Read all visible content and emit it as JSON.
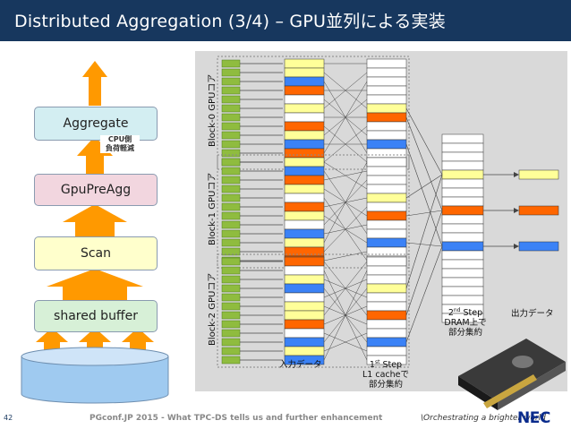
{
  "slide": {
    "title": "Distributed Aggregation (3/4) – GPU並列による実装",
    "page_number": "42",
    "footer_text": "PGconf.JP 2015 - What TPC-DS tells us and further enhancement",
    "tagline": "\\Orchestrating a brighter world",
    "logo_text": "NEC"
  },
  "stack": {
    "aggregate": "Aggregate",
    "note_line1": "CPU側",
    "note_line2": "負荷軽減",
    "gpupreagg": "GpuPreAgg",
    "scan": "Scan",
    "shared_buffer": "shared buffer"
  },
  "blocks": [
    {
      "label": "Block-0 GPUコア"
    },
    {
      "label": "Block-1 GPUコア"
    },
    {
      "label": "Block-2 GPUコア"
    }
  ],
  "labels": {
    "input_data": "入力データ",
    "step1_line1": "1",
    "step1_sup": "st",
    "step1_line1b": " Step",
    "step1_line2": "L1 cacheで",
    "step1_line3": "部分集約",
    "step2_line1": "2",
    "step2_sup": "nd",
    "step2_line1b": " Step",
    "step2_line2": "DRAM上で",
    "step2_line3": "部分集約",
    "output_data": "出力データ"
  },
  "colors": {
    "title_bg": "#17375e",
    "yellow": "#ffff99",
    "orange": "#ff6600",
    "blue": "#3b82f6",
    "core_green": "#8fbc3f",
    "panel_bg": "#d9d9d9"
  }
}
